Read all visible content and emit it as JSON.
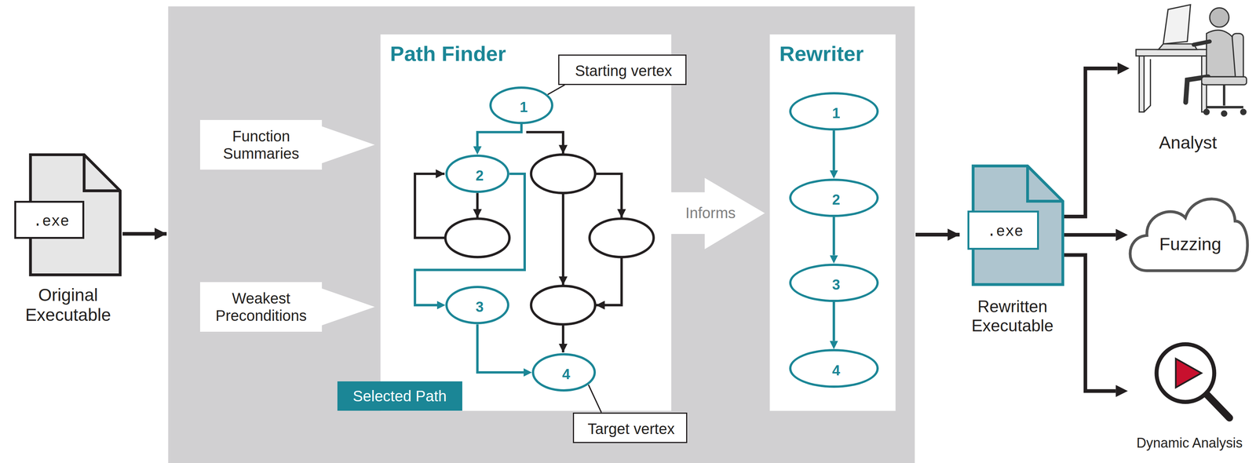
{
  "diagram": {
    "nodes": [
      {
        "text": [
          "Original Executable"
        ]
      },
      {
        "text": [
          ".exe"
        ],
        "in": 0
      },
      {
        "text": [
          "Function Summaries"
        ]
      },
      {
        "text": [
          "Weakest Preconditions"
        ]
      },
      {
        "text": [
          "Path Finder"
        ]
      },
      {
        "text": [
          "Starting vertex"
        ]
      },
      {
        "text": [
          "1"
        ],
        "in": 4
      },
      {
        "text": [
          "2"
        ],
        "in": 4
      },
      {
        "text": [
          "3"
        ],
        "in": 4
      },
      {
        "text": [
          "4"
        ],
        "in": 4
      },
      {
        "text": [
          "Selected Path"
        ]
      },
      {
        "text": [
          "Target vertex"
        ]
      },
      {
        "text": [
          "Informs"
        ]
      },
      {
        "text": [
          "Rewriter"
        ]
      },
      {
        "text": [
          "1"
        ],
        "in": 13
      },
      {
        "text": [
          "2"
        ],
        "in": 13
      },
      {
        "text": [
          "3"
        ],
        "in": 13
      },
      {
        "text": [
          "4"
        ],
        "in": 13
      },
      {
        "text": [
          "Rewritten Executable"
        ]
      },
      {
        "text": [
          ".exe"
        ],
        "in": 18
      },
      {
        "text": [
          "Analyst"
        ]
      },
      {
        "text": [
          "Fuzzing"
        ]
      },
      {
        "text": [
          "Dynamic Analysis"
        ]
      }
    ],
    "edges": [
      {
        "from": 6,
        "to": 7,
        "arrow": "to"
      },
      {
        "from": 7,
        "to": 8,
        "arrow": "to"
      },
      {
        "from": 8,
        "to": 9,
        "arrow": "to"
      },
      {
        "from": 5,
        "to": 6,
        "arrow": "none"
      },
      {
        "from": 11,
        "to": 9,
        "arrow": "none"
      },
      {
        "from": 14,
        "to": 15,
        "arrow": "to"
      },
      {
        "from": 15,
        "to": 16,
        "arrow": "to"
      },
      {
        "from": 16,
        "to": 17,
        "arrow": "to"
      },
      {
        "from": 18,
        "to": 20,
        "arrow": "to"
      },
      {
        "from": 18,
        "to": 21,
        "arrow": "to"
      },
      {
        "from": 18,
        "to": 22,
        "arrow": "to"
      }
    ]
  }
}
